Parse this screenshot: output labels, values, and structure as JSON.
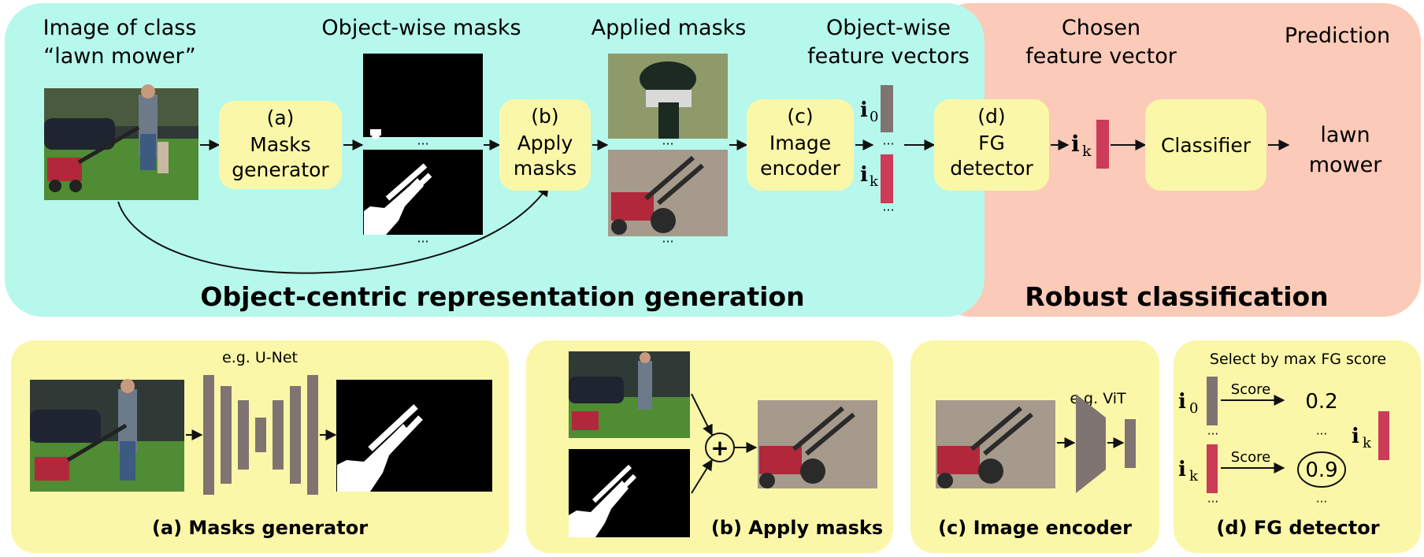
{
  "colors": {
    "panel_cyan": "#b6f9ec",
    "panel_pink": "#fccab8",
    "box_yellow": "#fbf7a8",
    "bottom_yellow": "#fbf7a8",
    "feature_red": "#cc3b57",
    "feature_gray": "#7f7472",
    "mask_black": "#000000",
    "grass_green": "#4f8c34",
    "mower_red": "#b1283a",
    "masked_bg": "#a59a8c"
  },
  "top": {
    "col_image_l1": "Image of class",
    "col_image_l2": "“lawn mower”",
    "col_masks": "Object-wise masks",
    "col_applied": "Applied masks",
    "col_features_l1": "Object-wise",
    "col_features_l2": "feature vectors",
    "col_chosen_l1": "Chosen",
    "col_chosen_l2": "feature vector",
    "col_prediction": "Prediction",
    "box_a": [
      "(a)",
      "Masks",
      "generator"
    ],
    "box_b": [
      "(b)",
      "Apply",
      "masks"
    ],
    "box_c": [
      "(c)",
      "Image",
      "encoder"
    ],
    "box_d": [
      "(d)",
      "FG",
      "detector"
    ],
    "box_classifier": "Classifier",
    "prediction_l1": "lawn",
    "prediction_l2": "mower",
    "vec_i0": "i",
    "vec_i0_sub": "0",
    "vec_ik": "i",
    "vec_ik_sub": "k",
    "chosen_i": "i",
    "chosen_sub": "k",
    "dots": "···",
    "section_left": "Object-centric representation generation",
    "section_right": "Robust classification"
  },
  "bottom": {
    "a_note": "e.g. U-Net",
    "a_caption": "(a) Masks generator",
    "b_plus": "+",
    "b_caption": "(b) Apply masks",
    "c_note": "e.g. ViT",
    "c_caption": "(c) Image encoder",
    "d_title": "Select by max FG score",
    "d_score_label_1": "Score",
    "d_score_label_2": "Score",
    "d_score_1": "0.2",
    "d_score_2": "0.9",
    "d_i0": "i",
    "d_i0_sub": "0",
    "d_ik": "i",
    "d_ik_sub": "k",
    "d_out": "i",
    "d_out_sub": "k",
    "dots": "···",
    "d_caption": "(d) FG detector"
  }
}
